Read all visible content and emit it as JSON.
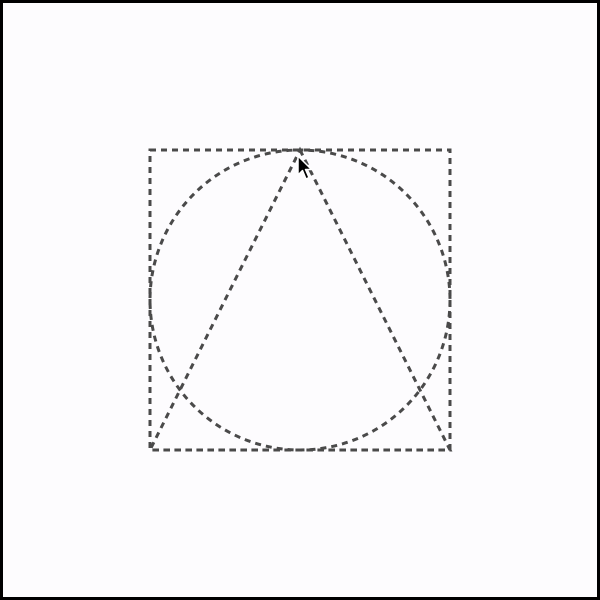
{
  "colors": {
    "background": "#fdfcfe",
    "frame_border": "#000000",
    "stroke": "#4a4a4a",
    "cursor_fill": "#000000",
    "cursor_outline": "#ffffff"
  },
  "shapes": [
    {
      "name": "dashed-square",
      "kind": "square",
      "style": "dashed"
    },
    {
      "name": "dashed-circle",
      "kind": "circle",
      "style": "dashed"
    },
    {
      "name": "dashed-triangle",
      "kind": "triangle",
      "style": "dashed"
    }
  ],
  "cursor": {
    "icon": "arrow-cursor-icon"
  }
}
